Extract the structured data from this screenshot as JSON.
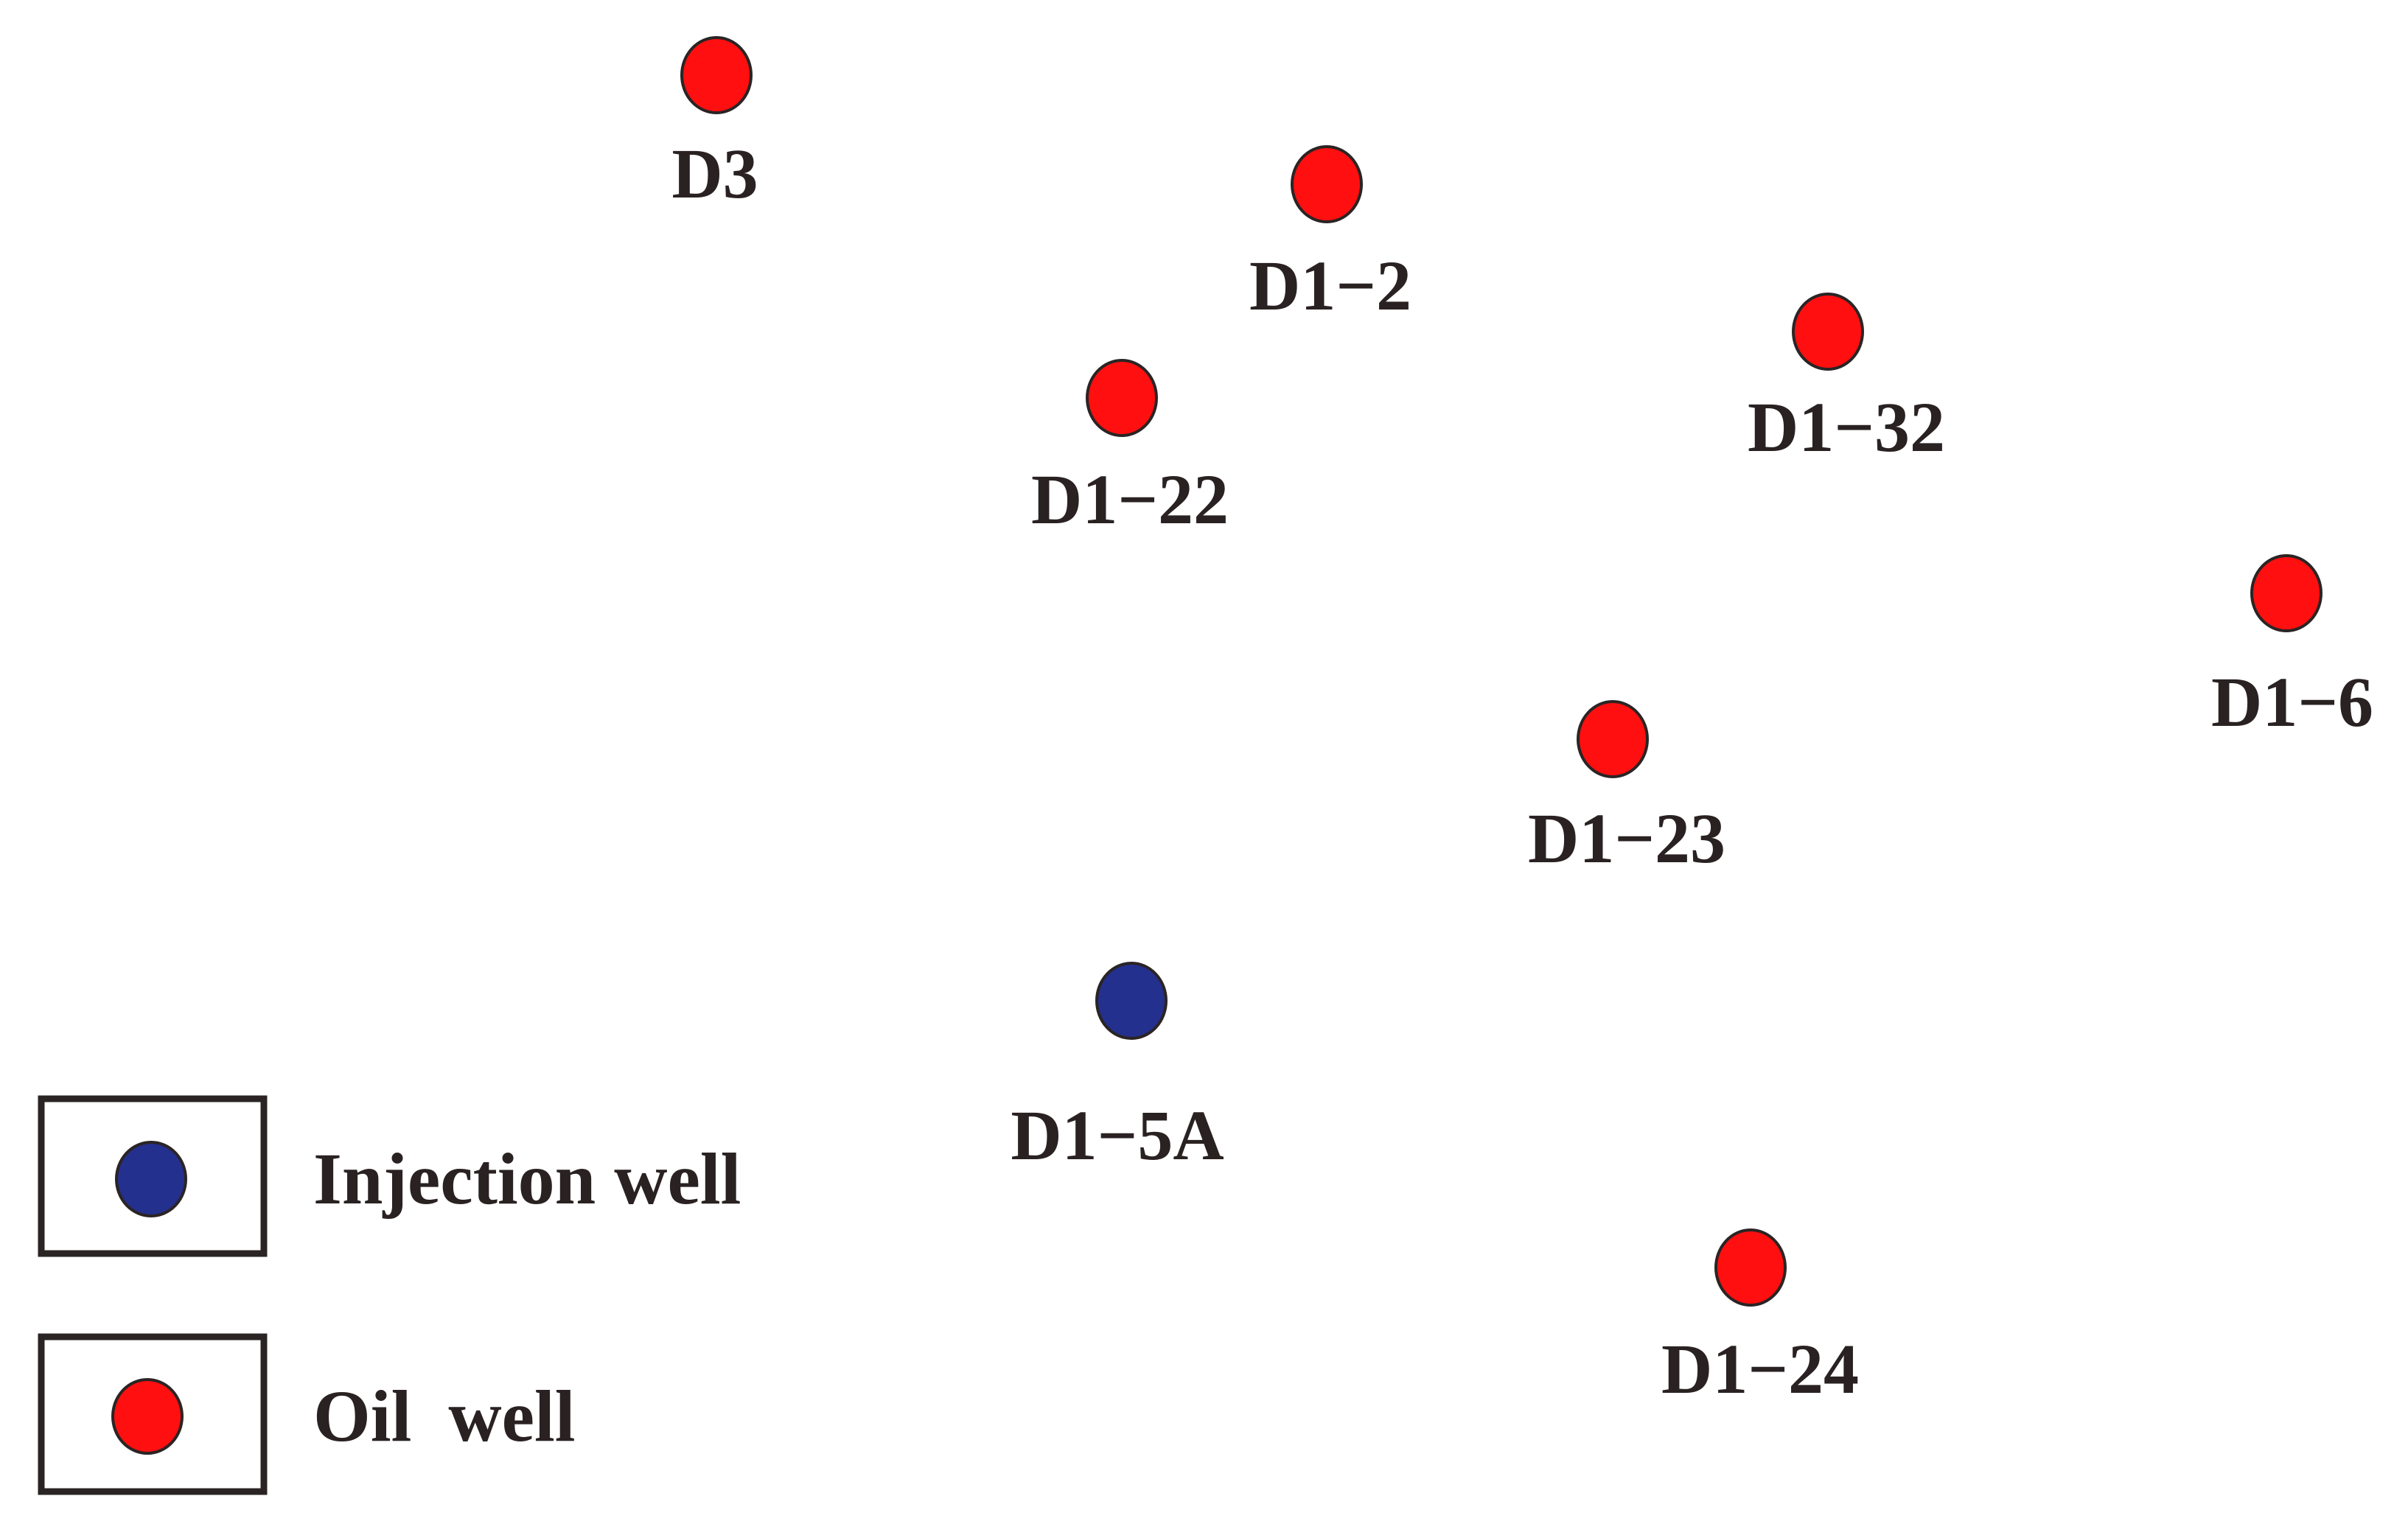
{
  "colors": {
    "oil_well": "#ff0f0f",
    "injection_well": "#23308e",
    "outline": "#2b2424",
    "label_text": "#2a2222"
  },
  "wells": [
    {
      "id": "D3",
      "label": "D3",
      "type": "oil"
    },
    {
      "id": "D1-2",
      "label": "D1−2",
      "type": "oil"
    },
    {
      "id": "D1-22",
      "label": "D1−22",
      "type": "oil"
    },
    {
      "id": "D1-32",
      "label": "D1−32",
      "type": "oil"
    },
    {
      "id": "D1-6",
      "label": "D1−6",
      "type": "oil"
    },
    {
      "id": "D1-23",
      "label": "D1−23",
      "type": "oil"
    },
    {
      "id": "D1-5A",
      "label": "D1−5A",
      "type": "injection"
    },
    {
      "id": "D1-24",
      "label": "D1−24",
      "type": "oil"
    }
  ],
  "legend": {
    "injection": {
      "label": "Injection well",
      "icon": "blue-dot-icon"
    },
    "oil": {
      "label": "Oil  well",
      "icon": "red-dot-icon"
    }
  }
}
